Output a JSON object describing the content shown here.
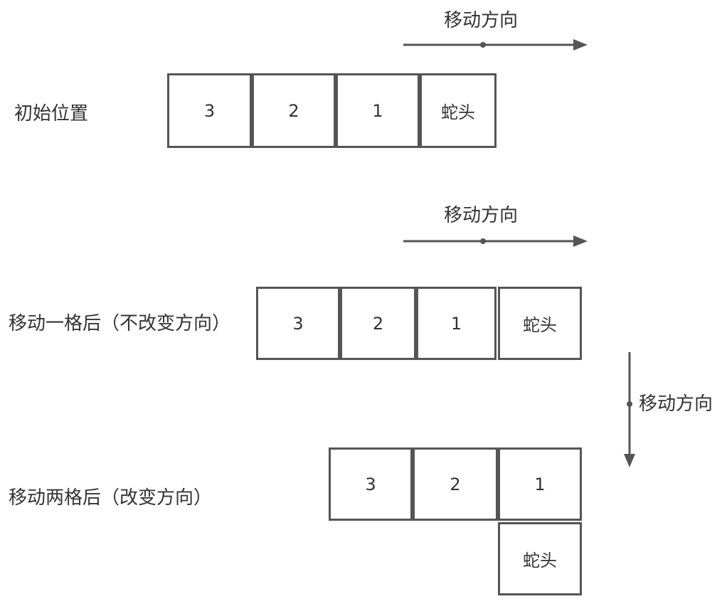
{
  "colors": {
    "stroke": "#555555",
    "text": "#333333",
    "background": "#ffffff"
  },
  "direction_label": "移动方向",
  "stages": [
    {
      "label": "初始位置",
      "cells": [
        "3",
        "2",
        "1",
        "蛇头"
      ]
    },
    {
      "label": "移动一格后（不改变方向）",
      "cells": [
        "3",
        "2",
        "1",
        "蛇头"
      ]
    },
    {
      "label": "移动两格后（改变方向）",
      "cells": [
        "3",
        "2",
        "1",
        "蛇头"
      ]
    }
  ]
}
